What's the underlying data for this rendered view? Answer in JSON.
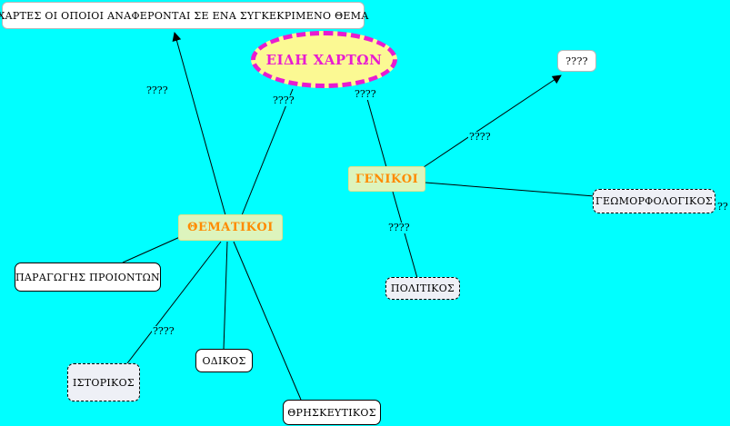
{
  "main_node": "ΕΙΔΗ ΧΑΡΤΩΝ",
  "categories": {
    "thematic": "ΘΕΜΑΤΙΚΟΙ",
    "general": "ΓΕΝΙΚΟΙ"
  },
  "nodes": {
    "top_description": "ΧΑΡΤΕΣ ΟΙ ΟΠΟΙΟΙ ΑΝΑΦΕΡΟΝΤΑΙ ΣΕ ΕΝΑ ΣΥΓΚΕΚΡΙΜΕΝΟ ΘΕΜΑ",
    "unknown_box": "????",
    "production": "ΠΑΡΑΓΩΓΗΣ ΠΡΟΙΟΝΤΩΝ",
    "historical": "ΙΣΤΟΡΙΚΟΣ",
    "road": "ΟΔΙΚΟΣ",
    "religious": "ΘΡΗΣΚΕΥΤΙΚΟΣ",
    "political": "ΠΟΛΙΤΙΚΟΣ",
    "geomorphological": "ΓΕΩΜΟΡΦΟΛΟΓΙΚΟΣ"
  },
  "link_labels": {
    "main_to_thematic": "????",
    "main_to_general": "????",
    "thematic_to_description": "????",
    "general_to_unknown": "????",
    "general_to_political": "????",
    "thematic_to_historical": "????",
    "general_to_geomorphological": "??"
  },
  "colors": {
    "background": "#00ffff",
    "main_fill": "#fbf993",
    "main_border": "#e81cd0",
    "category_text": "#ff8a00",
    "category_fill": "#ddf4bd"
  }
}
